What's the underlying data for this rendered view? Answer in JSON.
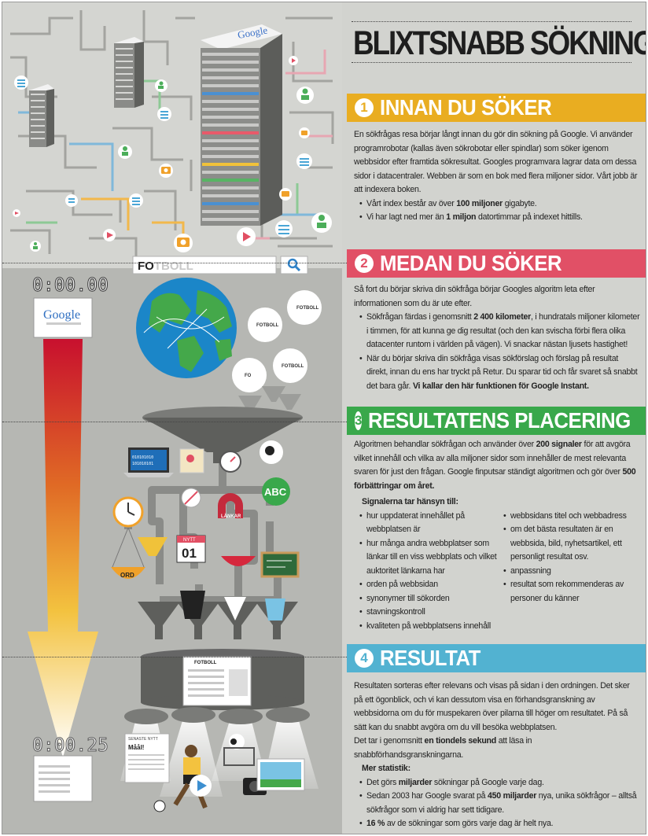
{
  "title": "BLIXTSNABB SÖKNING",
  "colors": {
    "section1": "#e9ad21",
    "section2": "#e15066",
    "section3": "#39a84b",
    "section4": "#52b2d1",
    "background": "#d2d3cf"
  },
  "sections": [
    {
      "number": "1",
      "heading": "INNAN DU SÖKER",
      "intro": "En sökfrågas resa börjar långt innan du gör din sökning på Google. Vi använder programrobotar (kallas även sökrobotar eller spindlar) som söker igenom webbsidor efter framtida sökresultat. Googles programvara lagrar data om dessa sidor i datacentraler. Webben är som en bok med flera miljoner sidor. Vårt jobb är att indexera boken.",
      "bullets": [
        {
          "pre": "Vårt index består av över ",
          "bold": "100 miljoner",
          "post": " gigabyte."
        },
        {
          "pre": "Vi har lagt ned mer än ",
          "bold": "1 miljon",
          "post": " datortimmar på indexet hittills."
        }
      ]
    },
    {
      "number": "2",
      "heading": "MEDAN DU SÖKER",
      "intro": "Så fort du börjar skriva din sökfråga börjar Googles algoritm leta efter informationen som du är ute efter.",
      "bullets": [
        {
          "pre": "Sökfrågan färdas i genomsnitt ",
          "bold": "2 400 kilometer",
          "post": ", i hundratals miljoner kilometer i timmen, för att kunna ge dig resultat (och den kan svischa förbi flera olika datacenter runtom i världen på vägen). Vi snackar nästan ljusets hastighet!"
        },
        {
          "pre": "När du börjar skriva din sökfråga visas sökförslag och förslag på resultat direkt, innan du ens har tryckt på Retur. Du sparar tid och får svaret så snabbt det bara går. ",
          "bold": "Vi kallar den här funktionen för Google Instant.",
          "post": ""
        }
      ]
    },
    {
      "number": "3",
      "heading": "RESULTATENS PLACERING",
      "intro_pre": "Algoritmen behandlar sökfrågan och använder över ",
      "intro_bold1": "200 signaler",
      "intro_mid": " för att avgöra vilket innehåll och vilka av alla miljoner sidor som innehåller de mest relevanta svaren för just den frågan. Google finputsar ständigt algoritmen och gör över ",
      "intro_bold2": "500 förbättringar om året.",
      "subheading": "Signalerna tar hänsyn till:",
      "left_list": [
        "hur uppdaterat innehållet på webbplatsen är",
        "hur många andra webbplatser som länkar till en viss webbplats och vilket auktoritet länkarna har",
        "orden på webbsidan",
        "synonymer till sökorden",
        "stavningskontroll",
        "kvaliteten på webbplatsens innehåll"
      ],
      "right_list": [
        "webbsidans titel och webbadress",
        "om det bästa resultaten är en webbsida, bild, nyhetsartikel, ett personligt resultat osv.",
        "anpassning",
        "resultat som rekommenderas av personer du känner"
      ]
    },
    {
      "number": "4",
      "heading": "RESULTAT",
      "intro": "Resultaten sorteras efter relevans och visas på sidan i den ordningen. Det sker på ett ögonblick, och vi kan dessutom visa en förhandsgranskning av webbsidorna om du för muspekaren över pilarna till höger om resultatet. På så sätt kan du snabbt avgöra om du vill besöka webbplatsen.",
      "intro2_pre": "Det tar i genomsnitt ",
      "intro2_bold": "en tiondels sekund",
      "intro2_post": " att läsa in snabbförhandsgranskningarna.",
      "subheading": "Mer statistik:",
      "bullets": [
        {
          "pre": "Det görs ",
          "bold": "miljarder",
          "post": " sökningar på Google varje dag."
        },
        {
          "pre": "Sedan 2003 har Google svarat på ",
          "bold": "450 miljarder",
          "post": " nya, unika sökfrågor – alltså sökfrågor som vi aldrig har sett tidigare."
        },
        {
          "pre": "",
          "bold": "16 %",
          "post": " av de sökningar som görs varje dag är helt nya."
        }
      ]
    }
  ],
  "art": {
    "search_query_bold": "FO",
    "search_query_rest": "TBOLL",
    "timer_start": "0:00.00",
    "timer_end": "0:00.25",
    "google_logo": "Google",
    "suggestion_1": "FOTBOLL",
    "suggestion_2": "FOTBOLL",
    "suggestion_3": "FOTBOLL",
    "suggestion_4": "FO",
    "links_label": "LÄNKAR",
    "abc_label": "ABC",
    "calendar_label": "NYTT",
    "calendar_day": "01",
    "newspaper_title": "SENASTE NYTT",
    "newspaper_headline": "Måål!",
    "dictionary_label": "ORD",
    "result_logo": "FOTBOLL"
  }
}
